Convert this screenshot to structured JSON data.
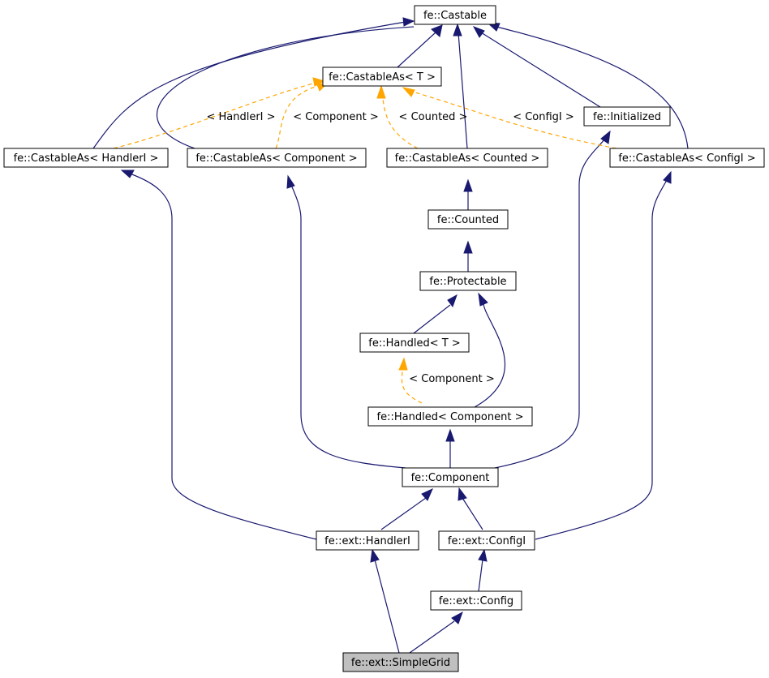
{
  "nodes": {
    "castable": "fe::Castable",
    "castable_as_t": "fe::CastableAs< T >",
    "castable_as_handleri": "fe::CastableAs< HandlerI >",
    "castable_as_component": "fe::CastableAs< Component >",
    "castable_as_counted": "fe::CastableAs< Counted >",
    "initialized": "fe::Initialized",
    "castable_as_configi": "fe::CastableAs< ConfigI >",
    "counted": "fe::Counted",
    "protectable": "fe::Protectable",
    "handled_t": "fe::Handled< T >",
    "handled_component": "fe::Handled< Component >",
    "component": "fe::Component",
    "handleri": "fe::ext::HandlerI",
    "configi": "fe::ext::ConfigI",
    "config": "fe::ext::Config",
    "simplegrid": "fe::ext::SimpleGrid"
  },
  "edge_labels": {
    "handleri": "< HandlerI >",
    "component": "< Component >",
    "counted": "< Counted >",
    "configi": "< ConfigI >",
    "handled_component": "< Component >"
  },
  "colors": {
    "inheritance": "#191970",
    "template": "#ffa500",
    "highlight_fill": "#bfbfbf"
  }
}
